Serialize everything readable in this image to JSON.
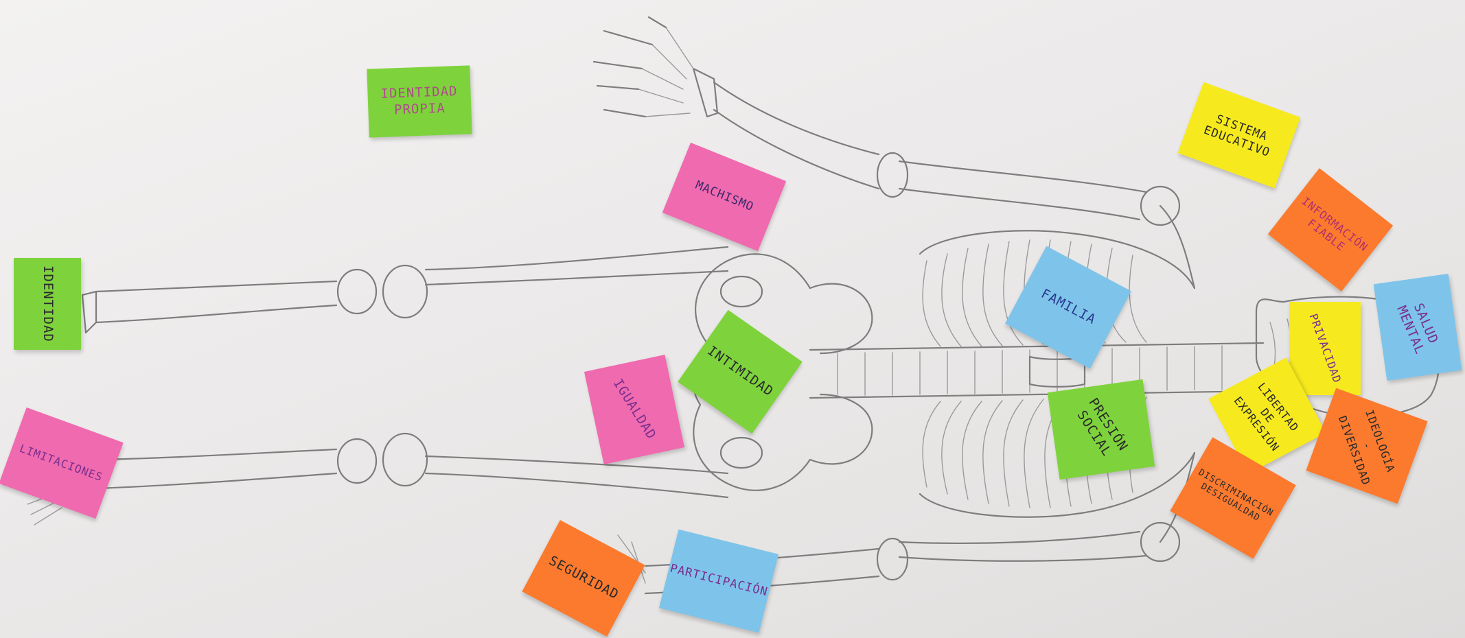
{
  "notes": [
    {
      "id": "identidad-propia",
      "text": "IDENTIDAD\nPROPIA",
      "color": "#7ed33c",
      "ink": "#b04a8c"
    },
    {
      "id": "machismo",
      "text": "MACHISMO",
      "color": "#f06aaf",
      "ink": "#3a2a6a"
    },
    {
      "id": "identidad",
      "text": "IDENTIDAD",
      "color": "#7ed33c",
      "ink": "#2a2a2a"
    },
    {
      "id": "intimidad",
      "text": "INTIMIDAD",
      "color": "#7ed33c",
      "ink": "#2a2a2a"
    },
    {
      "id": "igualdad",
      "text": "IGUALDAD",
      "color": "#f06aaf",
      "ink": "#7a2f8e"
    },
    {
      "id": "limitaciones",
      "text": "LIMITACIONES",
      "color": "#f06aaf",
      "ink": "#7a2f8e"
    },
    {
      "id": "seguridad",
      "text": "SEGURIDAD",
      "color": "#fb7a2e",
      "ink": "#2a2a2a"
    },
    {
      "id": "participacion",
      "text": "PARTICIPACIÓN",
      "color": "#7ec4ea",
      "ink": "#7a2f8e"
    },
    {
      "id": "sistema-educativo",
      "text": "SISTEMA\nEDUCATIVO",
      "color": "#f6ea1e",
      "ink": "#2a2a2a"
    },
    {
      "id": "informacion-fiable",
      "text": "INFORMACIÓN\nFIABLE",
      "color": "#fb7a2e",
      "ink": "#b0306e"
    },
    {
      "id": "familia",
      "text": "FAMILIA",
      "color": "#7ec4ea",
      "ink": "#2a3a8e"
    },
    {
      "id": "presion-social",
      "text": "PRESIÓN\nSOCIAL",
      "color": "#7ed33c",
      "ink": "#2a2a2a"
    },
    {
      "id": "privacidad",
      "text": "PRIVACIDAD",
      "color": "#f6ea1e",
      "ink": "#7a2f8e"
    },
    {
      "id": "salud-mental",
      "text": "SALUD\nMENTAL",
      "color": "#7ec4ea",
      "ink": "#7a2f8e"
    },
    {
      "id": "libertad-expresion",
      "text": "LIBERTAD\nDE\nEXPRESIÓN",
      "color": "#f6ea1e",
      "ink": "#2a2a2a"
    },
    {
      "id": "ideologia-diversidad",
      "text": "IDEOLOGÍA\n-\nDIVERSIDAD",
      "color": "#fb7a2e",
      "ink": "#2a2a2a"
    },
    {
      "id": "discriminacion-desigualdad",
      "text": "DISCRIMINACIÓN\nDESIGUALDAD",
      "color": "#fb7a2e",
      "ink": "#2a2a2a"
    }
  ]
}
